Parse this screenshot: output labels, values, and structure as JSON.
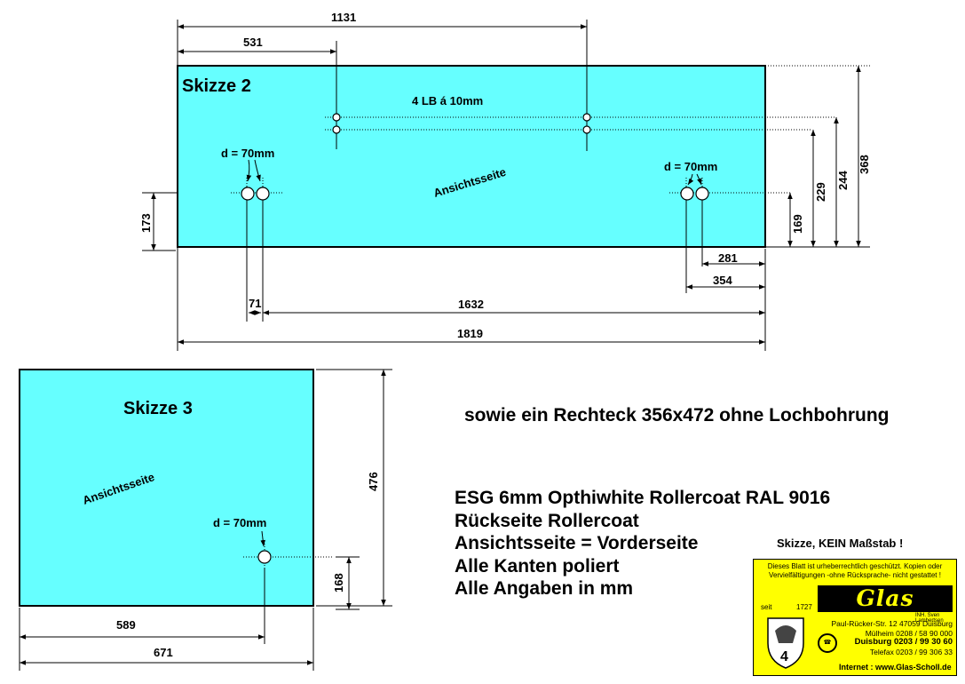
{
  "sketch2": {
    "title": "Skizze 2",
    "view_side": "Ansichtsseite",
    "holes_note": "4 LB á 10mm",
    "hole_left_label": "d = 70mm",
    "hole_right_label": "d = 70mm",
    "dim_1131": "1131",
    "dim_531": "531",
    "dim_368": "368",
    "dim_244": "244",
    "dim_229": "229",
    "dim_169": "169",
    "dim_173": "173",
    "dim_281": "281",
    "dim_354": "354",
    "dim_71": "71",
    "dim_1632": "1632",
    "dim_1819": "1819"
  },
  "sketch3": {
    "title": "Skizze 3",
    "view_side": "Ansichtsseite",
    "hole_label": "d = 70mm",
    "dim_476": "476",
    "dim_168": "168",
    "dim_589": "589",
    "dim_671": "671"
  },
  "extra_text": "sowie ein Rechteck 356x472 ohne Lochbohrung",
  "notes": [
    "ESG 6mm Opthiwhite Rollercoat RAL 9016",
    "Rückseite Rollercoat",
    "Ansichtsseite = Vorderseite",
    "Alle Kanten poliert",
    "Alle Angaben in mm"
  ],
  "scale_note": "Skizze, KEIN Maßstab !",
  "logo": {
    "copyright": "Dieses Blatt ist urheberrechtlich geschützt. Kopien oder Vervielfältigungen -ohne Rücksprache- nicht gestattet !",
    "brand": "Glas Scholl",
    "brand_sub": "INH. Sven Lambertsen",
    "seit": "seit",
    "year": "1727",
    "street": "Paul-Rücker-Str. 12    47059 Duisburg",
    "muelheim": "Mülheim   0208 / 58 90 000",
    "duisburg": "Duisburg  0203 / 99 30 60",
    "telefax": "Telefax  0203 / 99 306 33",
    "web": "Internet : www.Glas-Scholl.de"
  },
  "colors": {
    "glass": "#66ffff",
    "logo_bg": "#ffff00"
  }
}
